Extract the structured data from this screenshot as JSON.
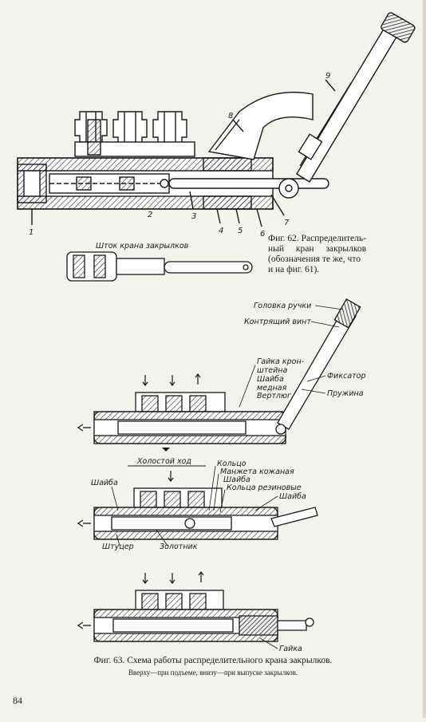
{
  "fig62": {
    "callouts": [
      "1",
      "2",
      "3",
      "4",
      "5",
      "6",
      "7",
      "8",
      "9"
    ],
    "rod_label": "Шток крана закрылков",
    "caption_lines": [
      "Фиг. 62. Распределитель-",
      "ный кран закрылков",
      "(обозначения те же, что",
      "и на фиг. 61)."
    ]
  },
  "fig63": {
    "labels_top": [
      "Головка ручки",
      "Контрящий винт",
      "Гайка крон-",
      "штейна",
      "Шайба",
      "медная",
      "Вертлюг",
      "Фиксатор",
      "Пружина"
    ],
    "idle_label": "Холостой ход",
    "labels_mid": [
      "Кольцо",
      "Манжета кожаная",
      "Шайба",
      "Кольца резиновые",
      "Шайба",
      "Шайба",
      "Штуцер",
      "Золотник"
    ],
    "labels_bottom": [
      "Гайка"
    ],
    "caption": "Фиг. 63. Схема работы распределительного крана закрылков.",
    "subcaption": "Вверху—при подъеме, внизу—при выпуске закрылков."
  },
  "page_number": "84"
}
